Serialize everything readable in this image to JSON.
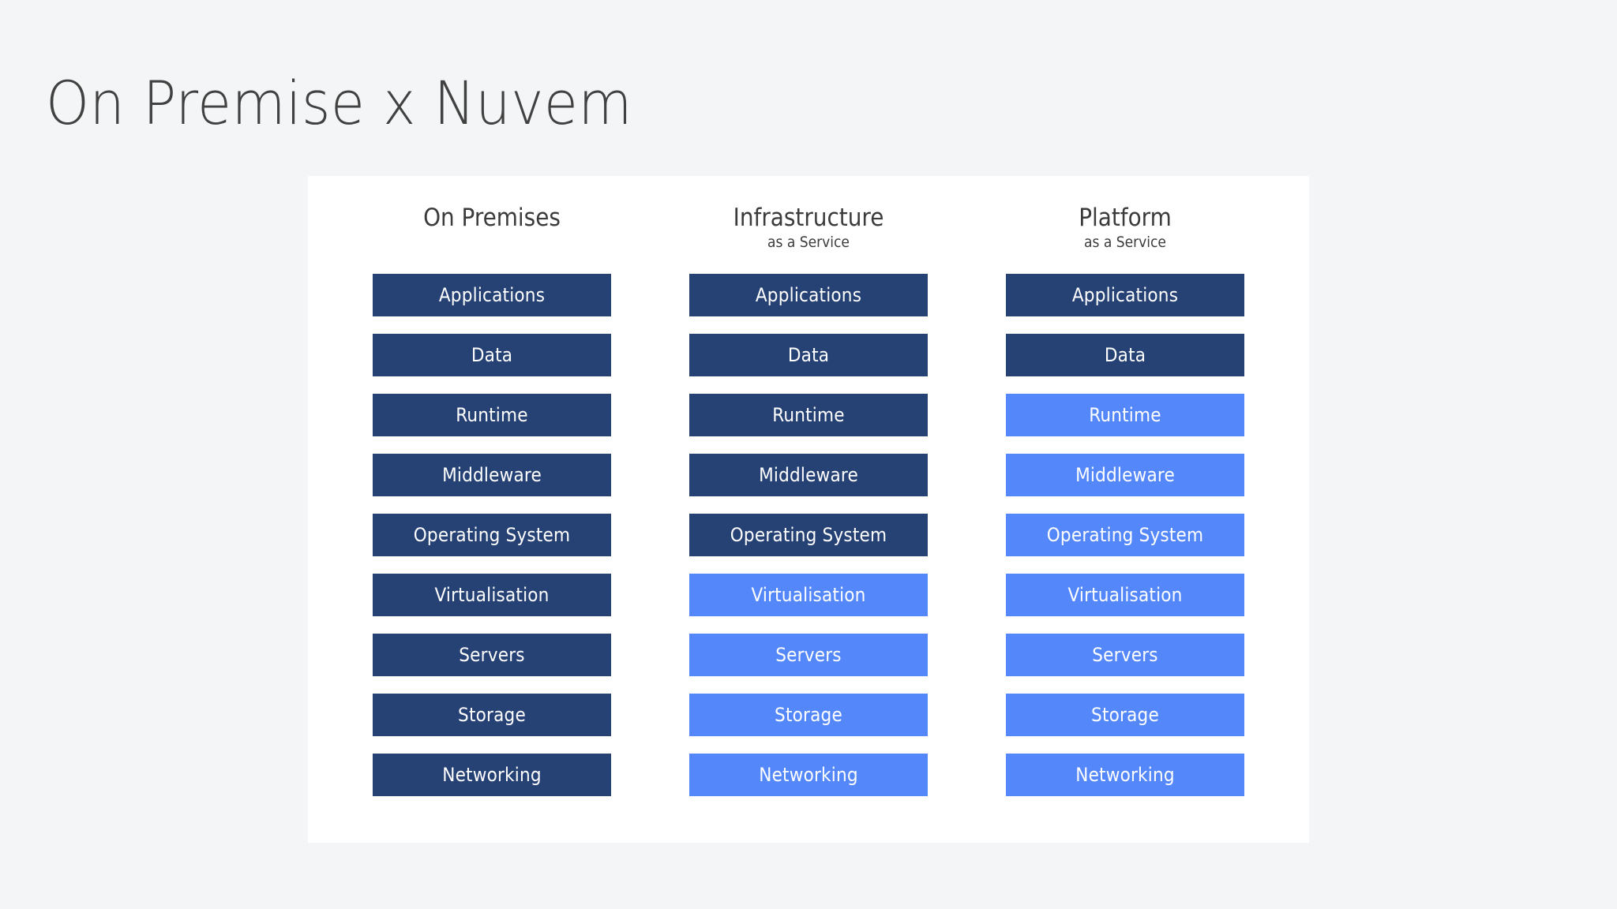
{
  "slide": {
    "title": "On Premise x Nuvem",
    "background_color": "#f4f5f6",
    "card_background_color": "#ffffff"
  },
  "legend_colors": {
    "managed_self": "#264275",
    "managed_provider": "#5488fa",
    "bar_text": "#ffffff",
    "heading_text": "#3b3b3b",
    "title_text": "#414141"
  },
  "diagram": {
    "type": "stacked-responsibility-matrix",
    "layer_names": [
      "Applications",
      "Data",
      "Runtime",
      "Middleware",
      "Operating System",
      "Virtualisation",
      "Servers",
      "Storage",
      "Networking"
    ],
    "columns": [
      {
        "title": "On Premises",
        "subtitle": "",
        "layers": [
          {
            "label": "Applications",
            "managed_by": "managed-self"
          },
          {
            "label": "Data",
            "managed_by": "managed-self"
          },
          {
            "label": "Runtime",
            "managed_by": "managed-self"
          },
          {
            "label": "Middleware",
            "managed_by": "managed-self"
          },
          {
            "label": "Operating System",
            "managed_by": "managed-self"
          },
          {
            "label": "Virtualisation",
            "managed_by": "managed-self"
          },
          {
            "label": "Servers",
            "managed_by": "managed-self"
          },
          {
            "label": "Storage",
            "managed_by": "managed-self"
          },
          {
            "label": "Networking",
            "managed_by": "managed-self"
          }
        ]
      },
      {
        "title": "Infrastructure",
        "subtitle": "as a Service",
        "layers": [
          {
            "label": "Applications",
            "managed_by": "managed-self"
          },
          {
            "label": "Data",
            "managed_by": "managed-self"
          },
          {
            "label": "Runtime",
            "managed_by": "managed-self"
          },
          {
            "label": "Middleware",
            "managed_by": "managed-self"
          },
          {
            "label": "Operating System",
            "managed_by": "managed-self"
          },
          {
            "label": "Virtualisation",
            "managed_by": "managed-provider"
          },
          {
            "label": "Servers",
            "managed_by": "managed-provider"
          },
          {
            "label": "Storage",
            "managed_by": "managed-provider"
          },
          {
            "label": "Networking",
            "managed_by": "managed-provider"
          }
        ]
      },
      {
        "title": "Platform",
        "subtitle": "as a Service",
        "layers": [
          {
            "label": "Applications",
            "managed_by": "managed-self"
          },
          {
            "label": "Data",
            "managed_by": "managed-self"
          },
          {
            "label": "Runtime",
            "managed_by": "managed-provider"
          },
          {
            "label": "Middleware",
            "managed_by": "managed-provider"
          },
          {
            "label": "Operating System",
            "managed_by": "managed-provider"
          },
          {
            "label": "Virtualisation",
            "managed_by": "managed-provider"
          },
          {
            "label": "Servers",
            "managed_by": "managed-provider"
          },
          {
            "label": "Storage",
            "managed_by": "managed-provider"
          },
          {
            "label": "Networking",
            "managed_by": "managed-provider"
          }
        ]
      }
    ]
  }
}
